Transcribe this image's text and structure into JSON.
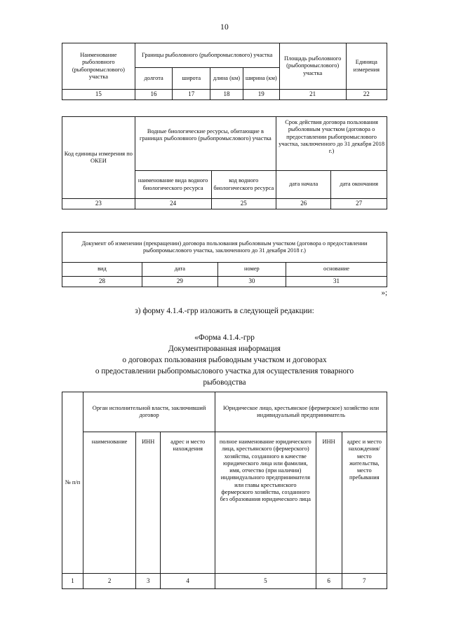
{
  "page": {
    "number": "10",
    "language": "ru",
    "closing_quote": "»;"
  },
  "tables": {
    "table1": {
      "name": "fishing-area-attributes-table",
      "header_row1": [
        "Наименование рыболовного (рыбопромыслового) участка",
        "Границы рыболовного (рыбопромыслового) участка",
        "Площадь рыболовного (рыбопромыслового) участка",
        "Единица измерения"
      ],
      "header_row2": [
        "долгота",
        "широта",
        "длина (км)",
        "ширина (км)"
      ],
      "number_row": [
        "15",
        "16",
        "17",
        "18",
        "19",
        "21",
        "22"
      ]
    },
    "table2": {
      "name": "biological-resources-and-term-table",
      "col_okei": "Код единицы измерения по ОКЕИ",
      "col_bio_group": "Водные биологические ресурсы, обитающие в границах рыболовного (рыбопромыслового) участка",
      "col_term_group": "Срок действия договора пользования рыболовным участком (договора о предоставлении рыбопромыслового участка, заключенного до 31 декабря 2018 г.)",
      "sub_headers": [
        "наименование вида водного биологического ресурса",
        "код водного биологического ресурса",
        "дата начала",
        "дата окончания"
      ],
      "number_row": [
        "23",
        "24",
        "25",
        "26",
        "27"
      ]
    },
    "table3": {
      "name": "amendment-document-table",
      "group_header": "Документ об изменении (прекращении) договора пользования рыболовным участком (договора о предоставлении рыбопромыслового участка, заключенного до 31 декабря 2018 г.)",
      "sub_headers": [
        "вид",
        "дата",
        "номер",
        "основание"
      ],
      "number_row": [
        "28",
        "29",
        "30",
        "31"
      ]
    },
    "table4": {
      "name": "form-4-1-4-grr-table",
      "col_no": "№ п/п",
      "group_authority": "Орган исполнительной власти, заключивший договор",
      "group_entity": "Юридическое лицо, крестьянское (фермерское) хозяйство или индивидуальный предприниматель",
      "sub_headers": [
        "наименование",
        "ИНН",
        "адрес и место нахождения",
        "полное наименование юридического лица, крестьянского (фермерского) хозяйства, созданного в качестве юридического лица или фамилия, имя, отчество (при наличии) индивидуального предпринимателя или главы крестьянского фермерского хозяйства, созданного без образования юридического лица",
        "ИНН",
        "адрес и место нахождения/ место жительства, место пребывания"
      ],
      "number_row": [
        "1",
        "2",
        "3",
        "4",
        "5",
        "6",
        "7"
      ]
    }
  },
  "body": {
    "clause_h": "з) форму 4.1.4.-грр изложить в следующей редакции:",
    "form_title_line1": "«Форма 4.1.4.-грр",
    "form_title_line2": "Документированная информация",
    "form_title_line3": "о договорах пользования рыбоводным участком и договорах",
    "form_title_line4": "о предоставлении рыбопромыслового участка для осуществления товарного",
    "form_title_line5": "рыбоводства"
  }
}
